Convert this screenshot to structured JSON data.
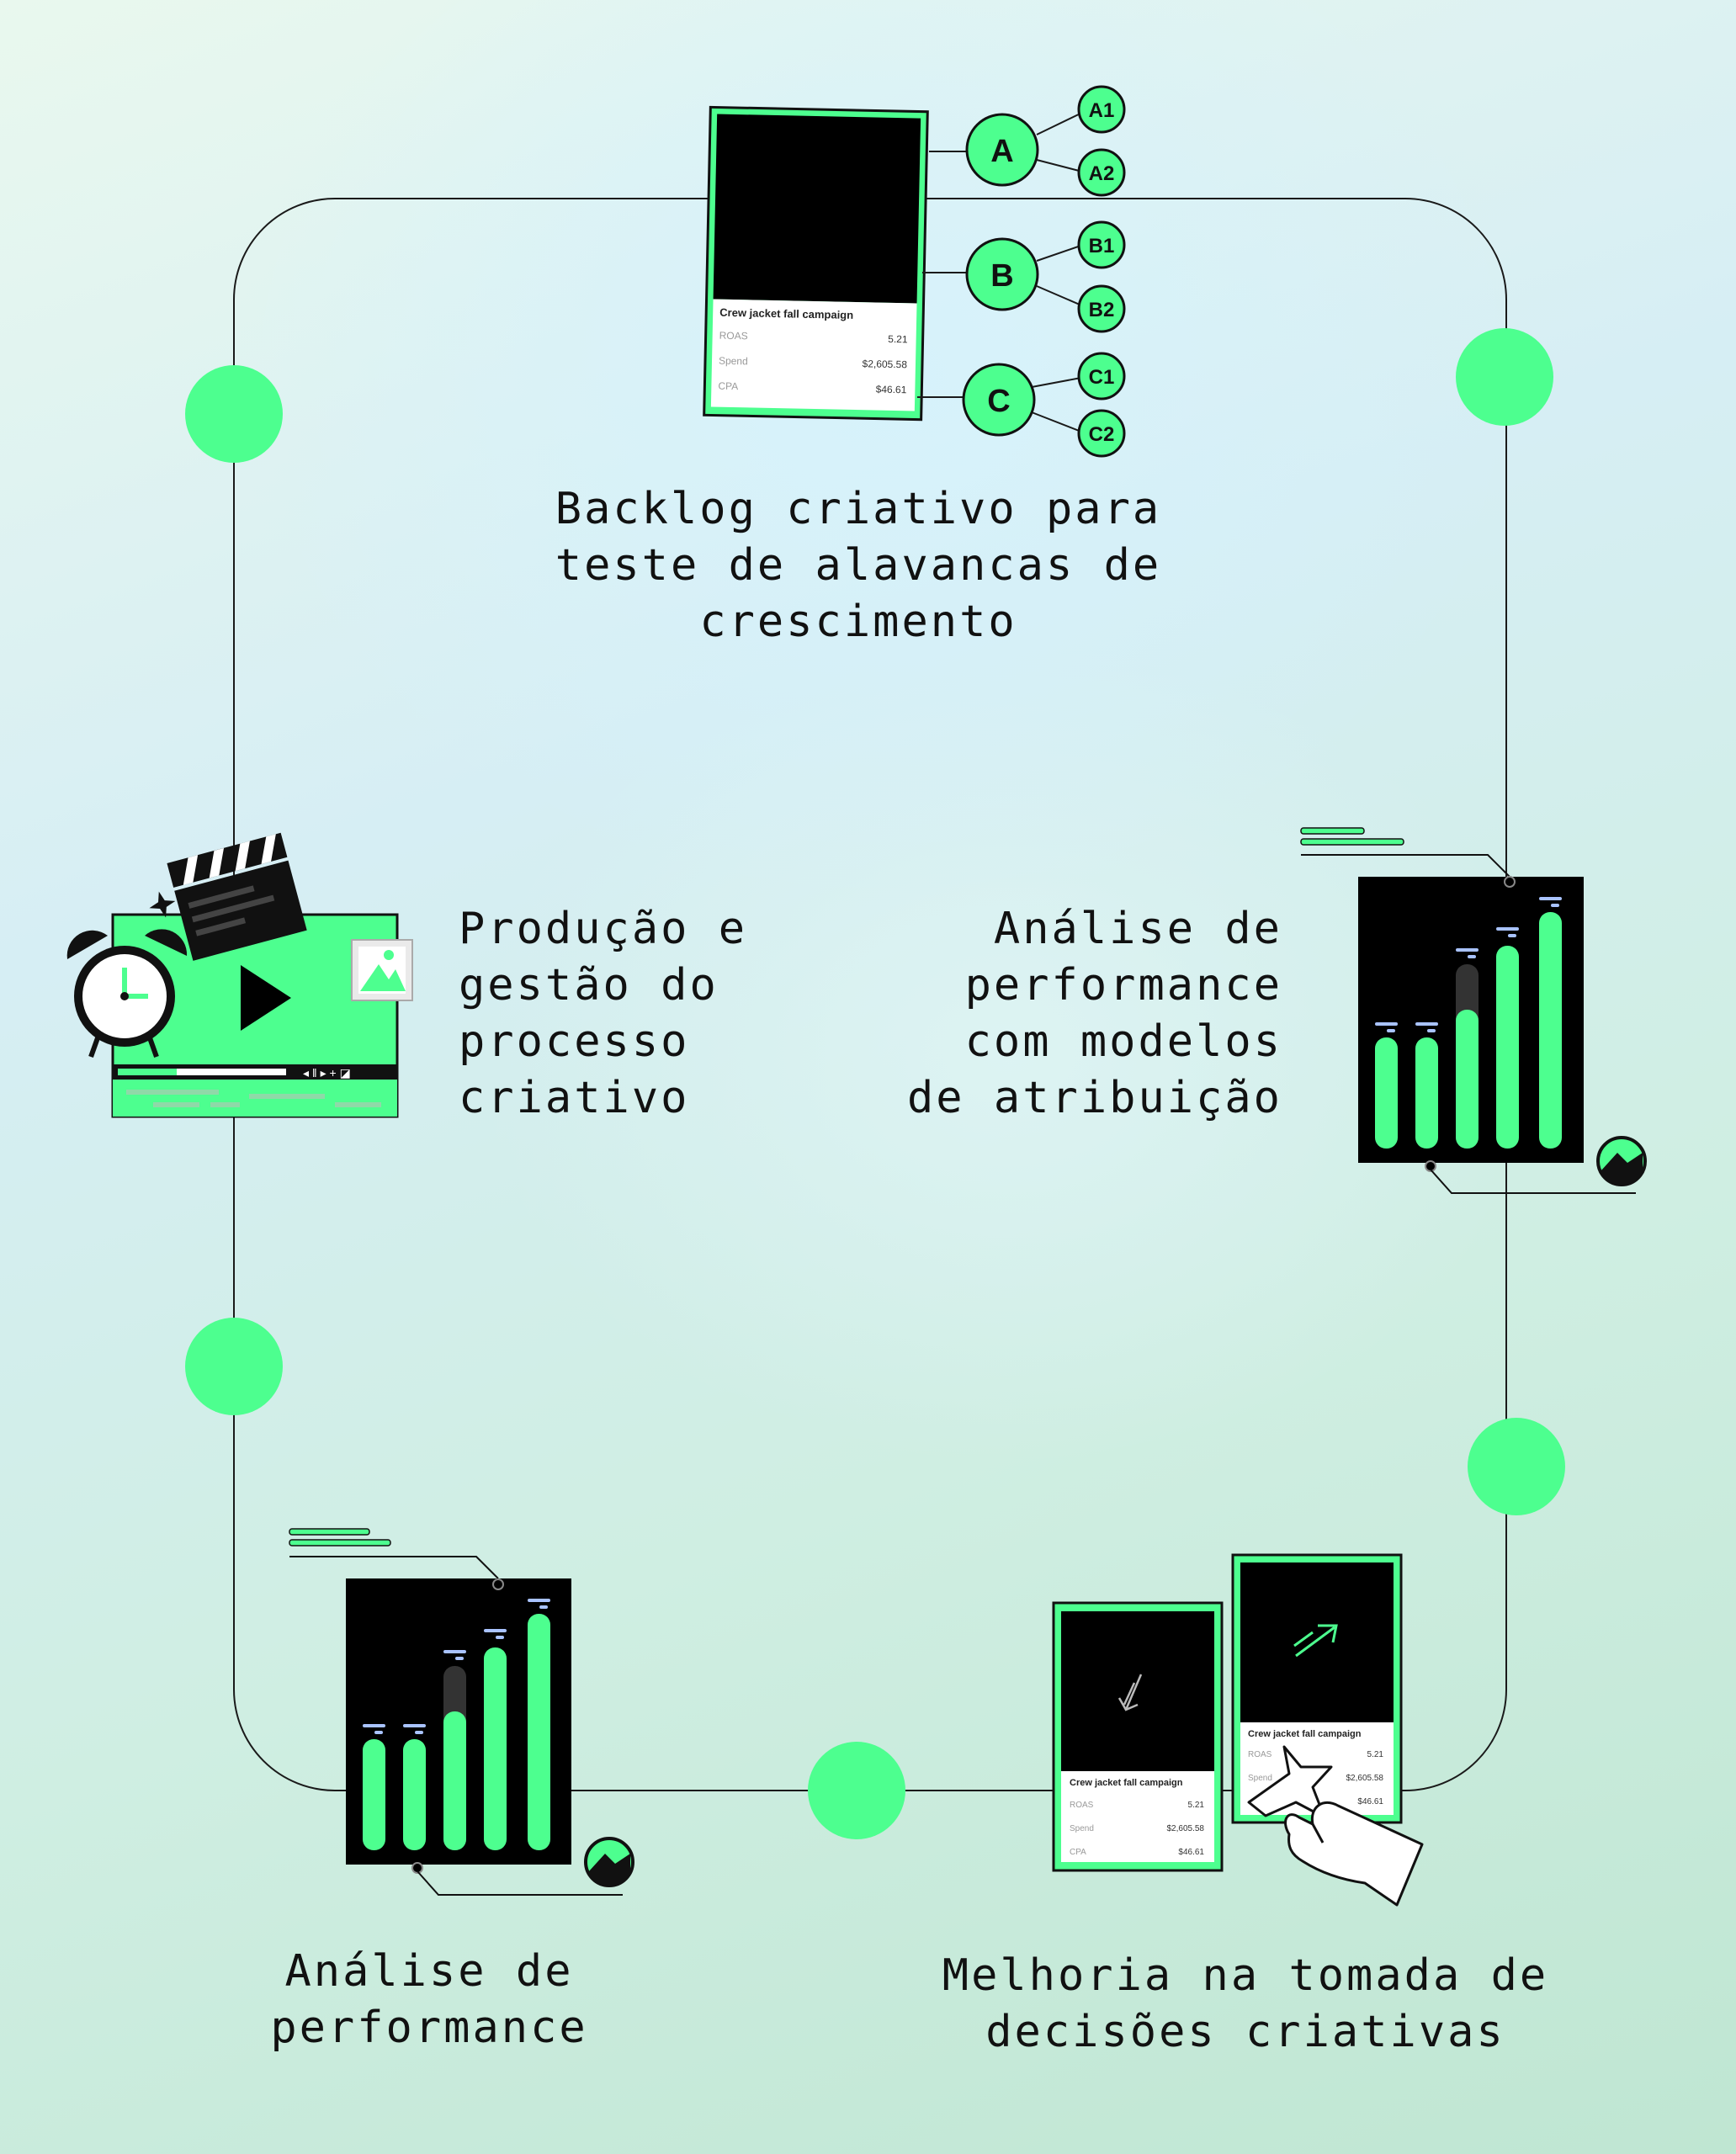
{
  "steps": [
    {
      "id": "backlog",
      "label": "Backlog criativo para\nteste de alavancas de\ncrescimento"
    },
    {
      "id": "producao",
      "label": "Produção e\ngestão do\nprocesso\ncriativo"
    },
    {
      "id": "atribuicao",
      "label": "Análise de\nperformance\ncom modelos\nde atribuição"
    },
    {
      "id": "analise",
      "label": "Análise de\nperformance"
    },
    {
      "id": "melhoria",
      "label": "Melhoria na tomada de\ndecisões criativas"
    }
  ],
  "campaign_card": {
    "title": "Crew jacket fall campaign",
    "rows": [
      {
        "name": "ROAS",
        "value": "5.21"
      },
      {
        "name": "Spend",
        "value": "$2,605.58"
      },
      {
        "name": "CPA",
        "value": "$46.61"
      }
    ]
  },
  "tree": {
    "a": "A",
    "a1": "A1",
    "a2": "A2",
    "b": "B",
    "b1": "B1",
    "b2": "B2",
    "c": "C",
    "c1": "C1",
    "c2": "C2"
  },
  "colors": {
    "accent": "#4dff8f",
    "dark": "#111111",
    "line": "#1a1a1a",
    "tick_blue": "#a9c3ff"
  },
  "icons": [
    "clapperboard-icon",
    "alarm-clock-icon",
    "play-icon",
    "image-icon",
    "pie-icon",
    "hand-cursor-icon",
    "arrow-down-icon",
    "arrow-up-icon"
  ]
}
